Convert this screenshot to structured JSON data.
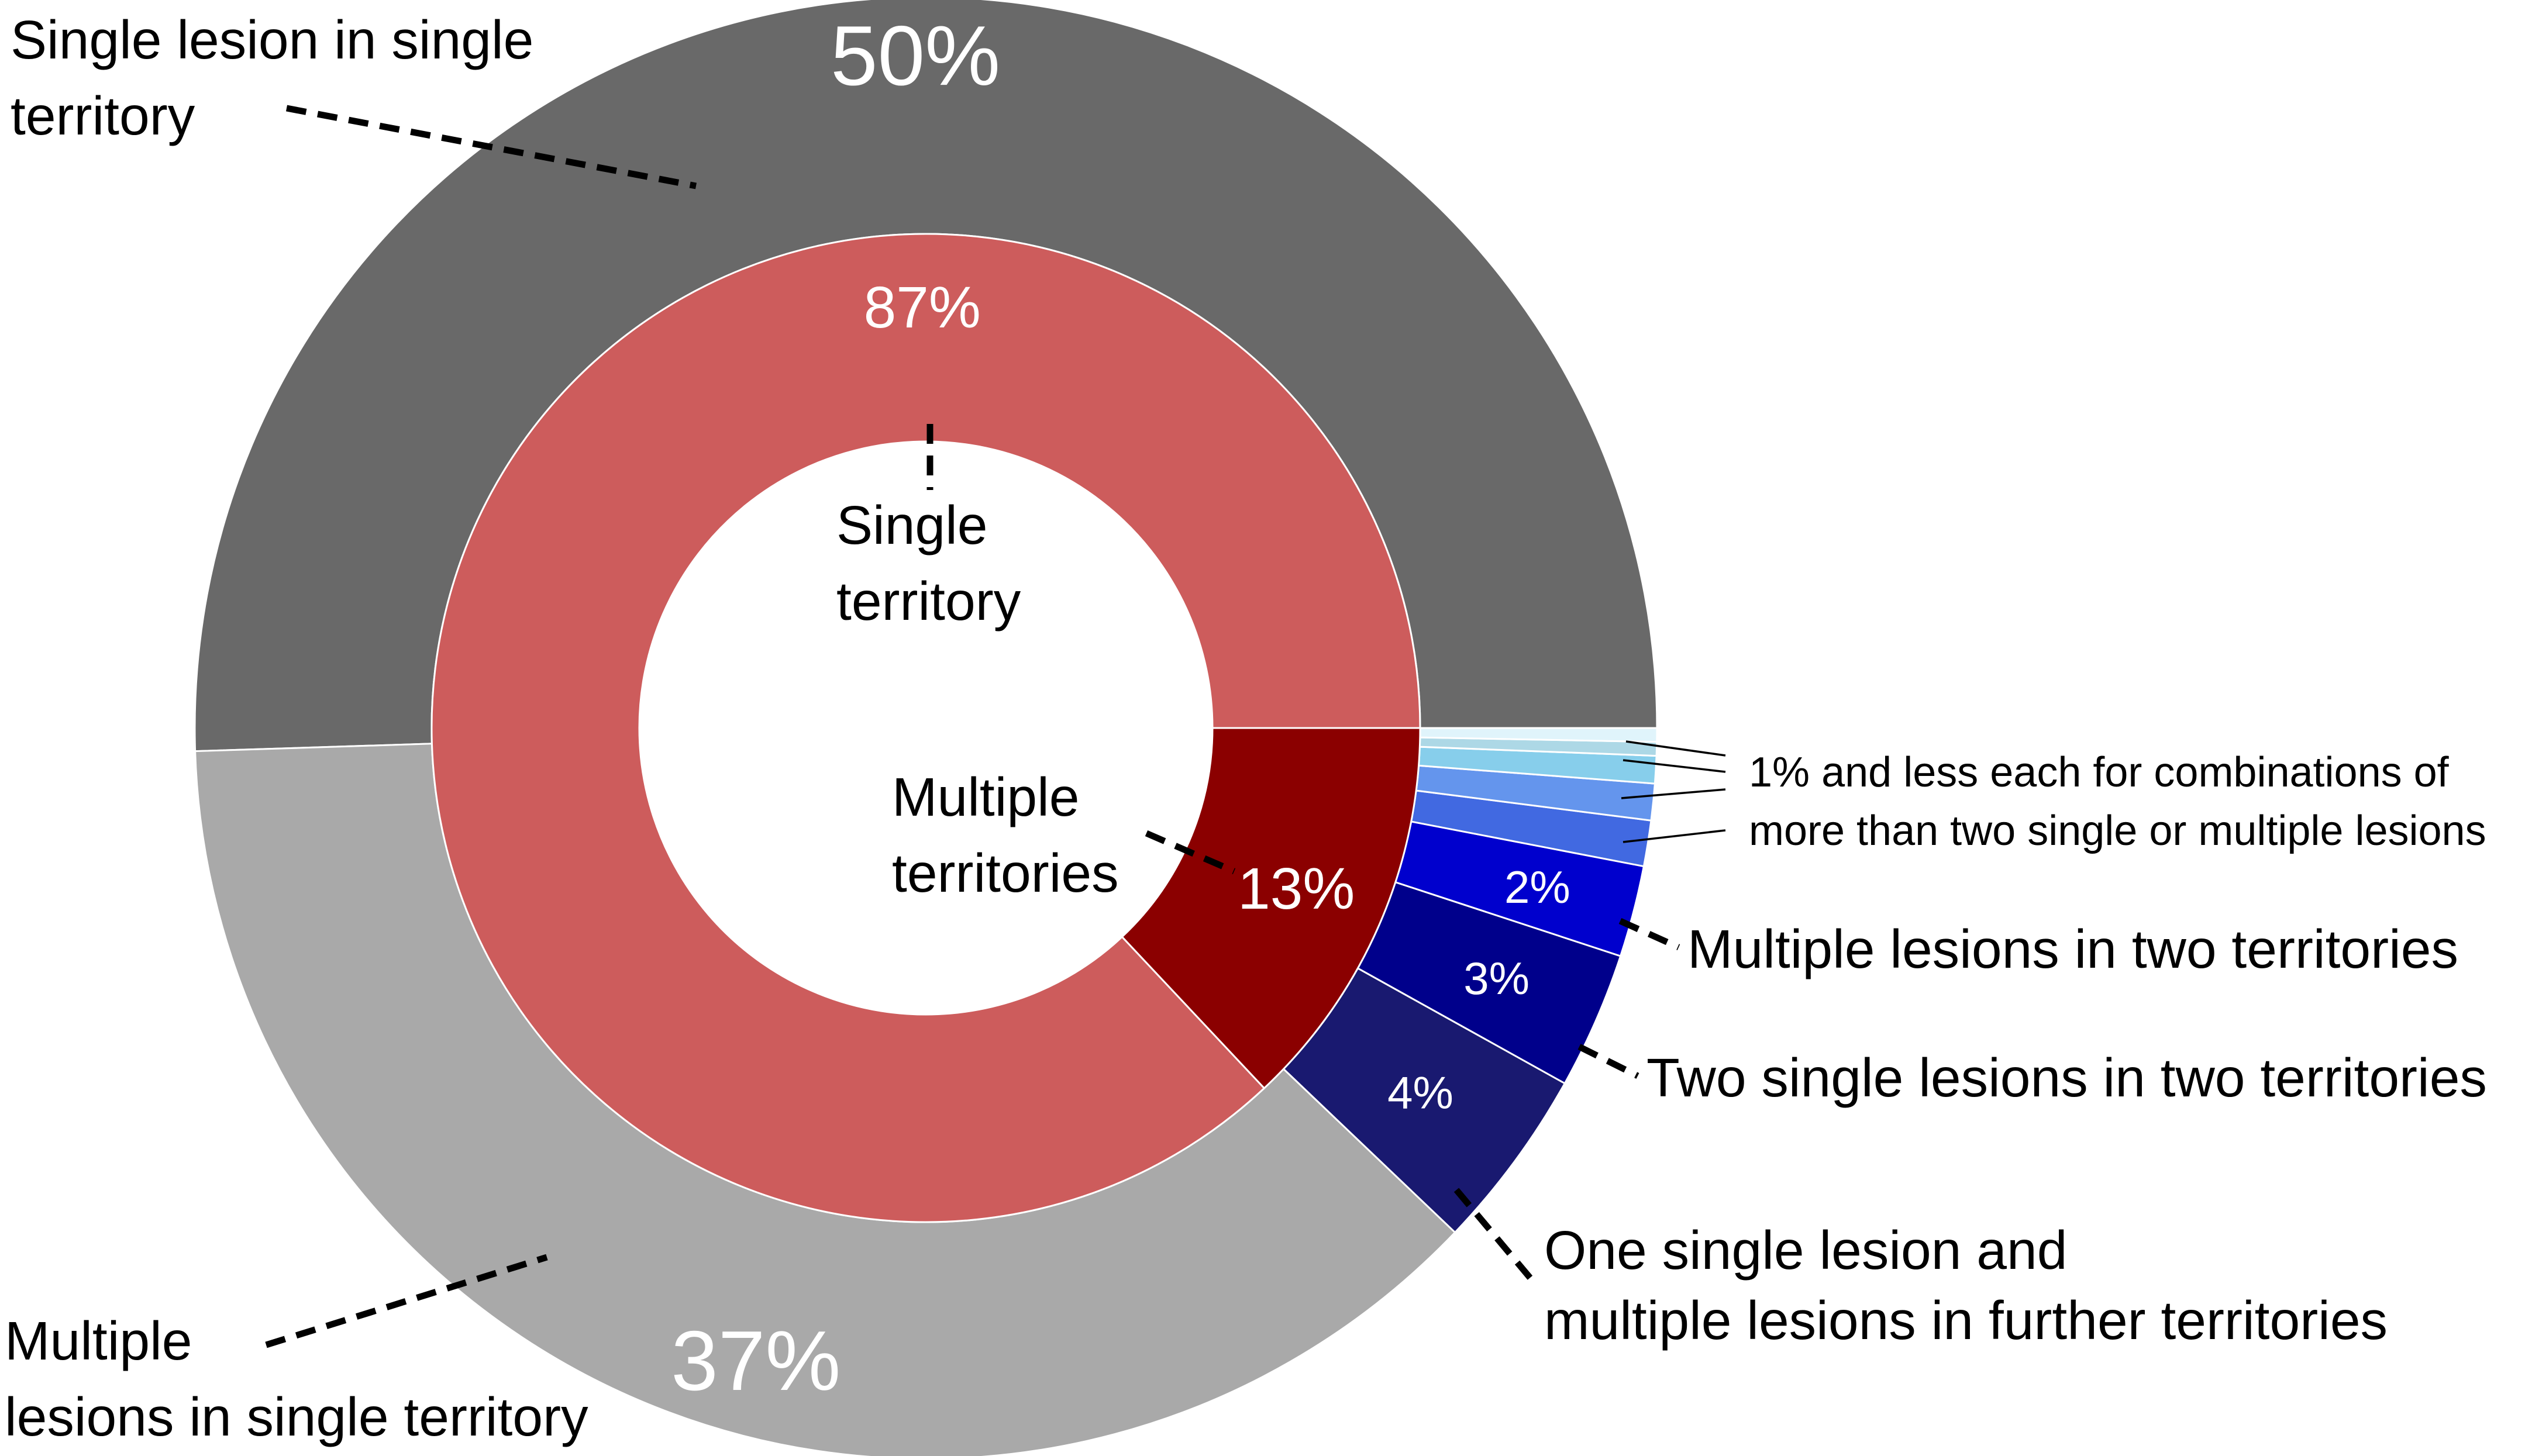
{
  "chart_data": {
    "type": "pie",
    "inner_ring": [
      {
        "label": "Single territory",
        "value": 87,
        "value_label": "87%",
        "color": "#cd5c5c"
      },
      {
        "label": "Multiple territories",
        "value": 13,
        "value_label": "13%",
        "color": "#8b0000"
      }
    ],
    "outer_ring": [
      {
        "label": "Single lesion in single territory",
        "value": 50,
        "value_label": "50%",
        "color": "#696969"
      },
      {
        "label": "Multiple lesions in single territory",
        "value": 37,
        "value_label": "37%",
        "color": "#a9a9a9"
      },
      {
        "label": "One single lesion and multiple lesions in further territories",
        "value": 4,
        "value_label": "4%",
        "color": "#191970"
      },
      {
        "label": "Two single lesions in two territories",
        "value": 3,
        "value_label": "3%",
        "color": "#00008b"
      },
      {
        "label": "Multiple lesions in two territories",
        "value": 2,
        "value_label": "2%",
        "color": "#0000cd"
      },
      {
        "label": "",
        "value": 1,
        "value_label": "",
        "color": "#4169e1"
      },
      {
        "label": "",
        "value": 0.8,
        "value_label": "",
        "color": "#6495ed"
      },
      {
        "label": "",
        "value": 0.6,
        "value_label": "",
        "color": "#87ceeb"
      },
      {
        "label": "",
        "value": 0.3,
        "value_label": "",
        "color": "#add8e6"
      },
      {
        "label": "",
        "value": 0.3,
        "value_label": "",
        "color": "#e0f4fb"
      }
    ],
    "small_slices_note": "1% and less each for combinations of more than two single or multiple lesions"
  },
  "labels": {
    "outer_single_line1": "Single lesion in single",
    "outer_single_line2": "territory",
    "outer_multi_line1": "Multiple",
    "outer_multi_line2": "lesions in single territory",
    "inner_single_line1": "Single",
    "inner_single_line2": "territory",
    "inner_multi_line1": "Multiple",
    "inner_multi_line2": "territories",
    "blue_4_line1": "One single lesion and",
    "blue_4_line2": "multiple lesions in further territories",
    "blue_3": "Two single lesions in two territories",
    "blue_2": "Multiple lesions in two territories",
    "small_line1": "1% and less each for combinations of",
    "small_line2": "more than two single or multiple lesions"
  }
}
